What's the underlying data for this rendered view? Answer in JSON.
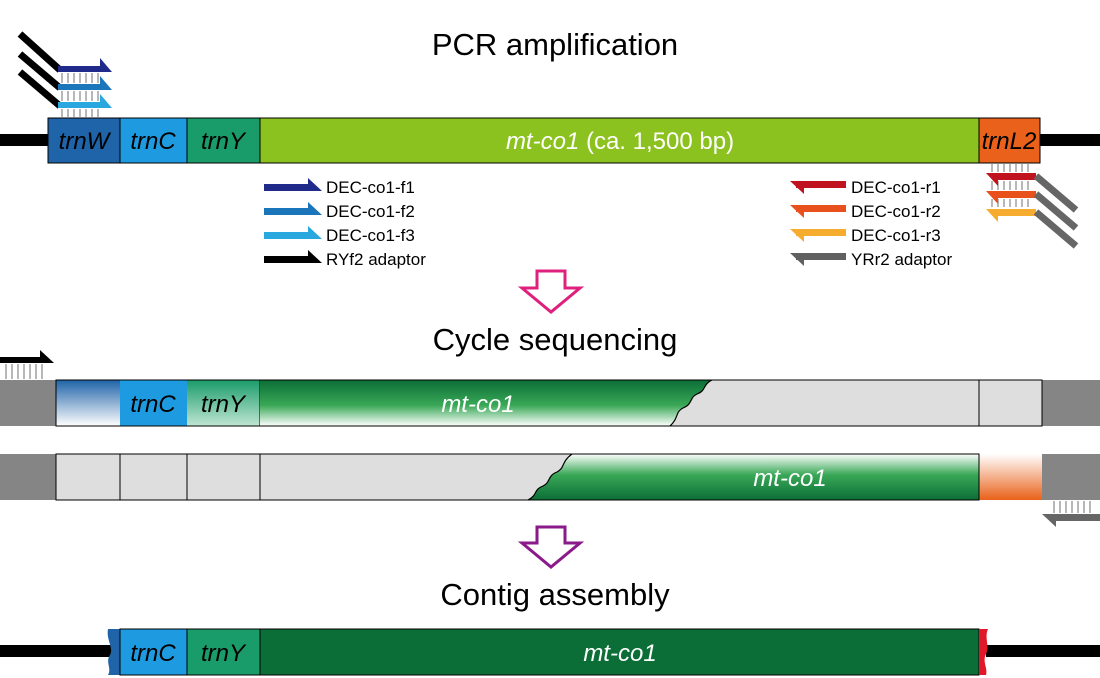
{
  "titles": {
    "pcr": "PCR amplification",
    "cycle": "Cycle sequencing",
    "contig": "Contig assembly"
  },
  "segments": {
    "trnW": "trnW",
    "trnC": "trnC",
    "trnY": "trnY",
    "mtco1": "mt-co1",
    "mtco1_size": " (ca. 1,500 bp)",
    "trnL2": "trnL2"
  },
  "legend_forward": [
    {
      "label": "DEC-co1-f1",
      "color": "#1f2a8a"
    },
    {
      "label": "DEC-co1-f2",
      "color": "#1b75bb"
    },
    {
      "label": "DEC-co1-f3",
      "color": "#29a8e0"
    },
    {
      "label": "RYf2 adaptor",
      "color": "#000000"
    }
  ],
  "legend_reverse": [
    {
      "label": "DEC-co1-r1",
      "color": "#c1121f"
    },
    {
      "label": "DEC-co1-r2",
      "color": "#e8501c"
    },
    {
      "label": "DEC-co1-r3",
      "color": "#f6ad2f"
    },
    {
      "label": "YRr2 adaptor",
      "color": "#606060"
    }
  ],
  "colors": {
    "trnW": "#1f63a8",
    "trnC": "#1e9be0",
    "trnY": "#1a9b6a",
    "mtco1_light": "#8cc21f",
    "mtco1_dark": "#0b6e37",
    "trnL2": "#e9611a",
    "read_bg": "#dedede",
    "cap": "#858585",
    "arrow_pink": "#e0207d",
    "arrow_purple": "#8a1a8a"
  }
}
